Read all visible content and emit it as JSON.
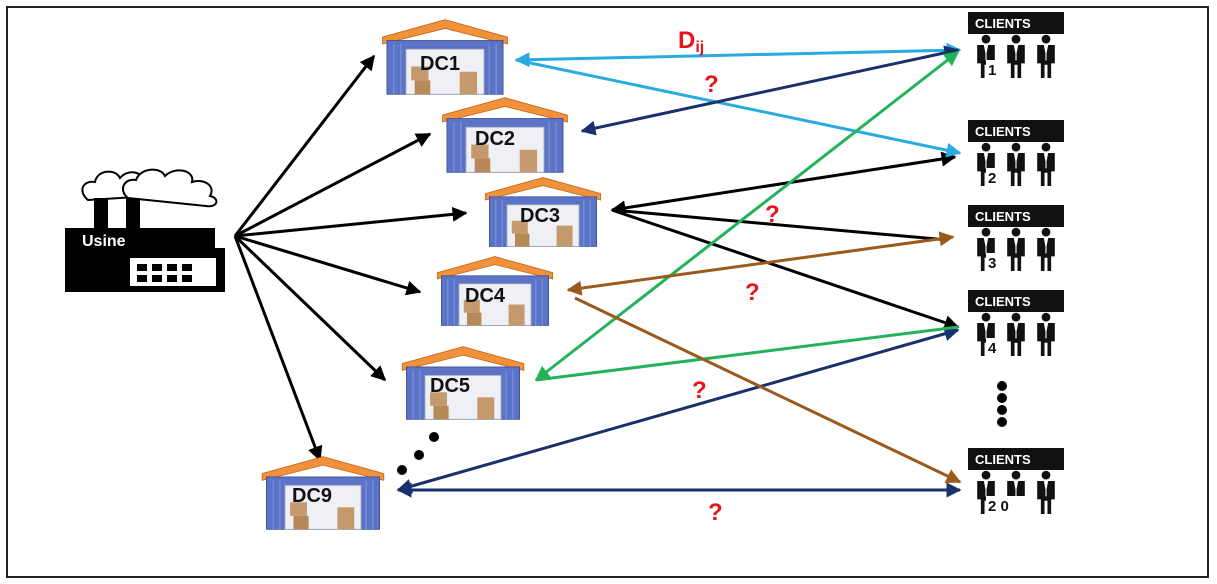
{
  "factory": {
    "label": "Usine"
  },
  "warehouses": [
    {
      "id": "dc1",
      "label": "DC1"
    },
    {
      "id": "dc2",
      "label": "DC2"
    },
    {
      "id": "dc3",
      "label": "DC3"
    },
    {
      "id": "dc4",
      "label": "DC4"
    },
    {
      "id": "dc5",
      "label": "DC5"
    },
    {
      "id": "dc9",
      "label": "DC9"
    }
  ],
  "clients": [
    {
      "title": "CLIENTS",
      "number": "1"
    },
    {
      "title": "CLIENTS",
      "number": "2"
    },
    {
      "title": "CLIENTS",
      "number": "3"
    },
    {
      "title": "CLIENTS",
      "number": "4"
    },
    {
      "title": "CLIENTS",
      "number": "2 0"
    }
  ],
  "annotations": {
    "distance_label_main": "D",
    "distance_label_sub": "ij",
    "unknown_mark": "?"
  },
  "colors": {
    "black_arrow": "#000000",
    "light_blue_arrow": "#29abe2",
    "navy_arrow": "#1a2f6b",
    "green_arrow": "#22b35a",
    "brown_arrow": "#9a5a1c",
    "question_mark": "#e8141c",
    "warehouse_roof": "#f0923c",
    "warehouse_wall": "#5c74c8"
  },
  "icons": [
    "factory-icon",
    "warehouse-icon",
    "clients-icon",
    "ellipsis-dots"
  ]
}
